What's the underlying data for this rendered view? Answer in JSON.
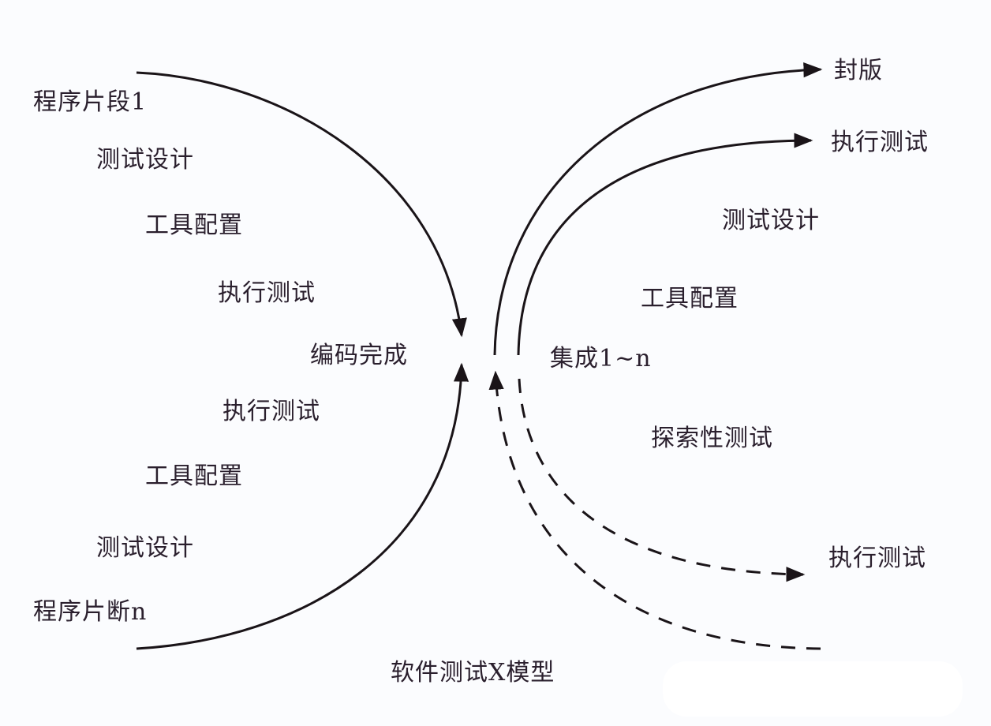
{
  "diagram": {
    "title": "软件测试X模型",
    "left": {
      "top_label": "程序片段1",
      "bottom_label": "程序片断n",
      "upper_steps": [
        "测试设计",
        "工具配置",
        "执行测试"
      ],
      "center_label": "编码完成",
      "lower_steps": [
        "执行测试",
        "工具配置",
        "测试设计"
      ]
    },
    "right": {
      "release_label": "封版",
      "execute_top_label": "执行测试",
      "steps": [
        "测试设计",
        "工具配置"
      ],
      "integration_label": "集成1~n",
      "exploratory_label": "探索性测试",
      "execute_bottom_label": "执行测试"
    },
    "style": {
      "line_color": "#1a1418",
      "text_color": "#2a1f2d",
      "background": "#fbfcfe"
    }
  }
}
